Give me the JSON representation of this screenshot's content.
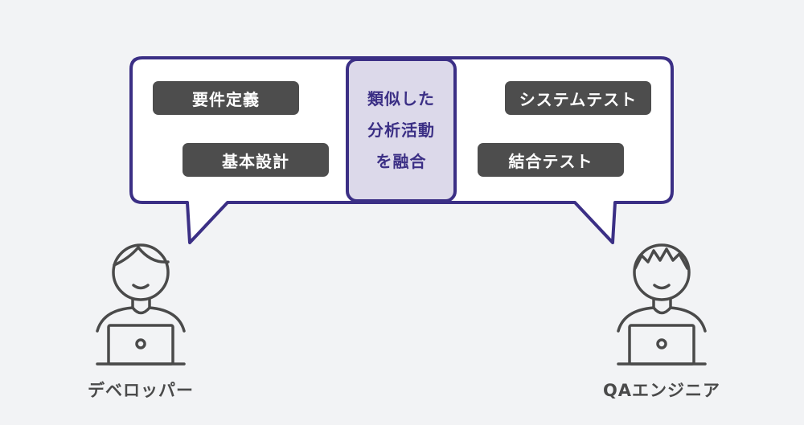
{
  "diagram": {
    "left_tasks": [
      "要件定義",
      "基本設計"
    ],
    "right_tasks": [
      "システムテスト",
      "結合テスト"
    ],
    "center_lines": [
      "類似した",
      "分析活動",
      "を融合"
    ]
  },
  "people": {
    "left": {
      "label": "デベロッパー",
      "icon": "developer-person-laptop-icon"
    },
    "right": {
      "label": "QAエンジニア",
      "icon": "qa-engineer-person-laptop-icon"
    }
  },
  "colors": {
    "background": "#f2f3f5",
    "bubble_border": "#3b2f85",
    "bubble_fill": "#ffffff",
    "center_fill": "#dcd9ea",
    "pill_fill": "#4d4d4d",
    "icon_stroke": "#4a4a4a"
  }
}
